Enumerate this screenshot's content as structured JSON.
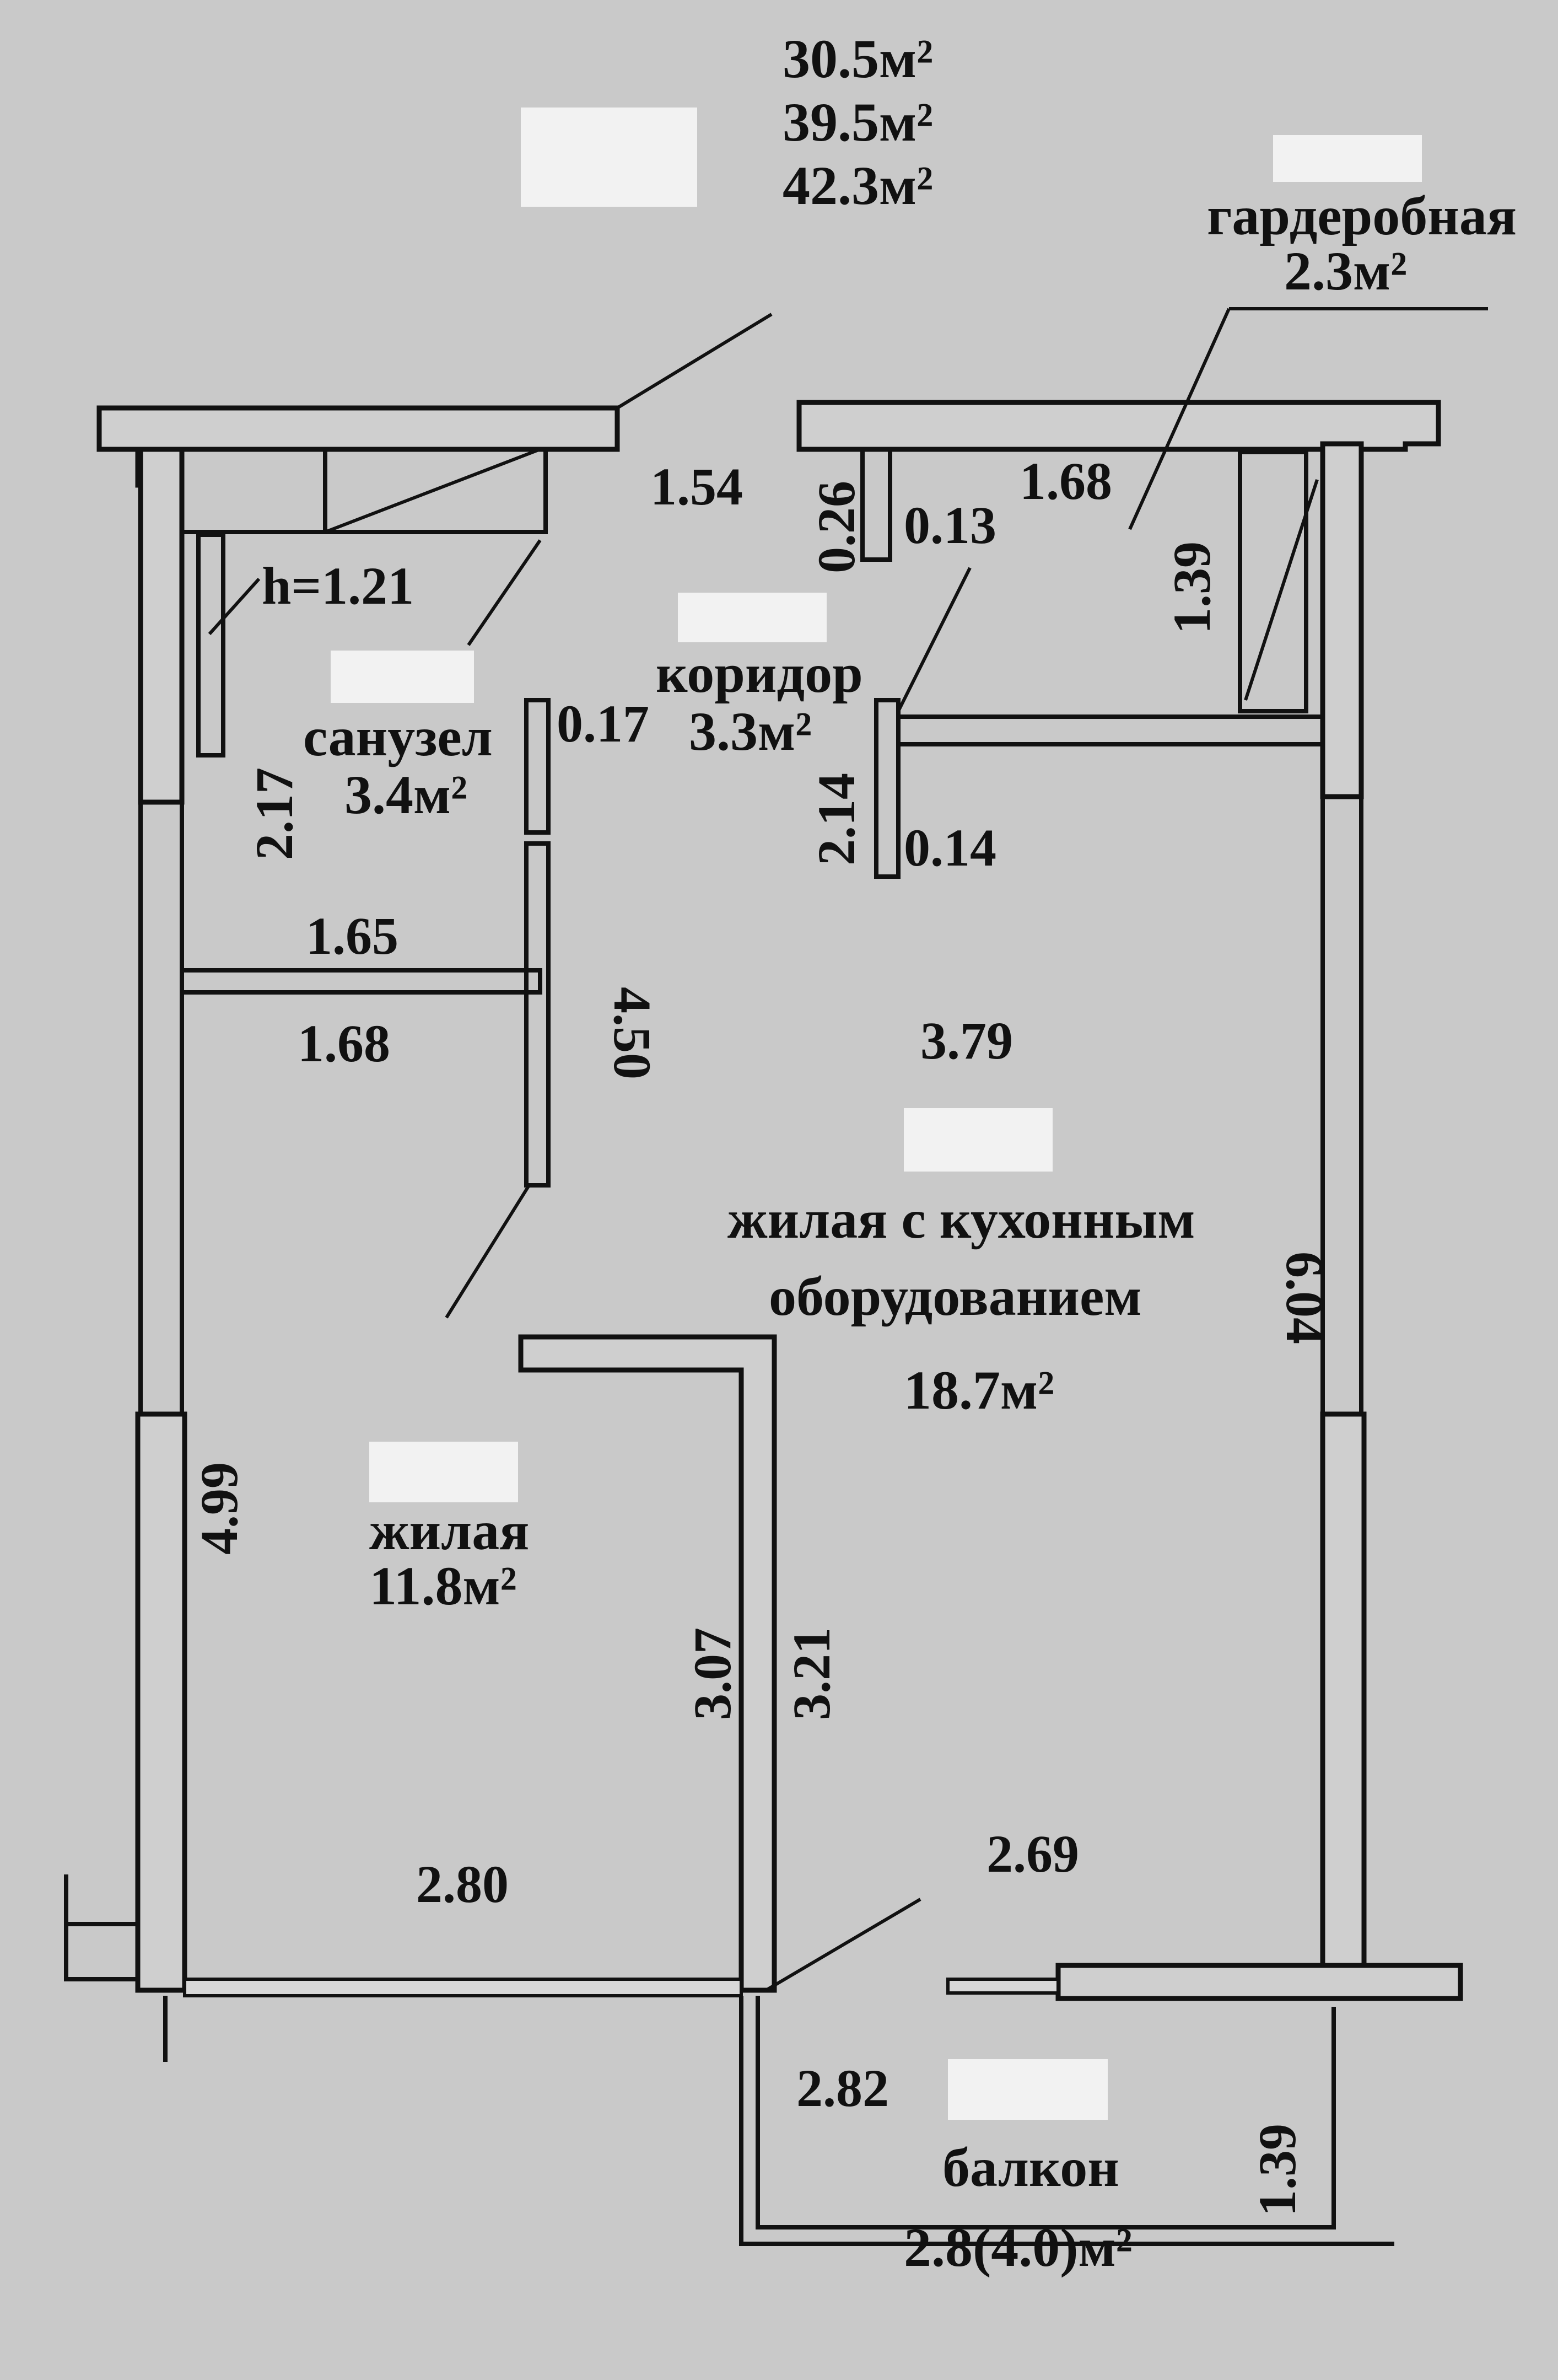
{
  "summary": {
    "areas": [
      "30.5м²",
      "39.5м²",
      "42.3м²"
    ]
  },
  "rooms": {
    "wardrobe": {
      "name": "гардеробная",
      "area": "2.3м²"
    },
    "corridor": {
      "name": "коридор",
      "area": "3.3м²"
    },
    "bathroom": {
      "name": "санузел",
      "area": "3.4м²"
    },
    "kitchen_living": {
      "name_line1": "жилая с кухонным",
      "name_line2": "оборудованием",
      "area": "18.7м²"
    },
    "bedroom": {
      "name": "жилая",
      "area": "11.8м²"
    },
    "balcony": {
      "name": "балкон",
      "area": "2.8(4.0)м²"
    }
  },
  "dimensions": {
    "top_opening": "1.54",
    "wardrobe_width": "1.68",
    "top_notch": "0.26",
    "notch_width": "0.13",
    "wardrobe_depth": "1.39",
    "bath_height_mark": "h=1.21",
    "corridor_gap": "0.17",
    "corridor_wall_h": "2.14",
    "corridor_wall_w": "0.14",
    "bath_height": "2.17",
    "bath_width": "1.65",
    "bath_wall_len": "4.50",
    "bedroom_width_top": "1.68",
    "kitchen_width": "3.79",
    "kitchen_length": "6.04",
    "bedroom_length": "4.99",
    "partition_a": "3.07",
    "partition_b": "3.21",
    "bedroom_width": "2.80",
    "kitchen_bottom": "2.69",
    "balcony_width": "2.82",
    "balcony_depth": "1.39"
  }
}
